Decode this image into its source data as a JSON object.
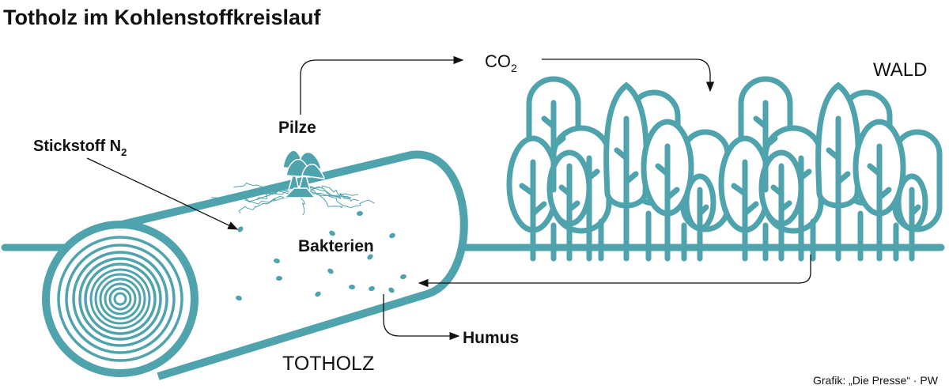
{
  "title": "Totholz im Kohlenstoffkreislauf",
  "labels": {
    "co2": "CO",
    "co2_sub": "2",
    "wald": "WALD",
    "pilze": "Pilze",
    "stickstoff": "Stickstoff  N",
    "stickstoff_sub": "2",
    "bakterien": "Bakterien",
    "humus": "Humus",
    "totholz": "TOTHOLZ"
  },
  "credit": "Grafik: „Die Presse“ · PW",
  "colors": {
    "accent": "#4fa3ad",
    "text": "#111111"
  }
}
